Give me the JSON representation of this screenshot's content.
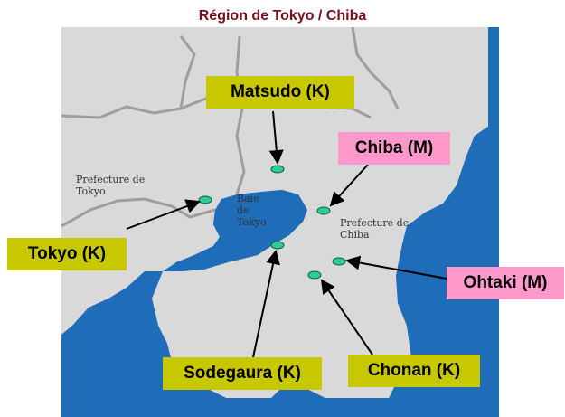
{
  "title": "Région de Tokyo / Chiba",
  "colors": {
    "sea": "#1f6cb8",
    "land": "#d9d9d9",
    "border": "#9e9e9e",
    "marker": "#2ecc9a",
    "label_k": "#c8c800",
    "label_m": "#ff99cc",
    "title": "#7a0f1c"
  },
  "sites": [
    {
      "name": "Matsudo (K)",
      "type": "K"
    },
    {
      "name": "Chiba (M)",
      "type": "M"
    },
    {
      "name": "Tokyo (K)",
      "type": "K"
    },
    {
      "name": "Ohtaki (M)",
      "type": "M"
    },
    {
      "name": "Sodegaura (K)",
      "type": "K"
    },
    {
      "name": "Chonan (K)",
      "type": "K"
    }
  ],
  "place_labels": {
    "tokyo_pref": "Prefecture de\nTokyo",
    "bay": "Baie\nde\nTokyo",
    "chiba_pref": "Prefecture de\nChiba"
  }
}
